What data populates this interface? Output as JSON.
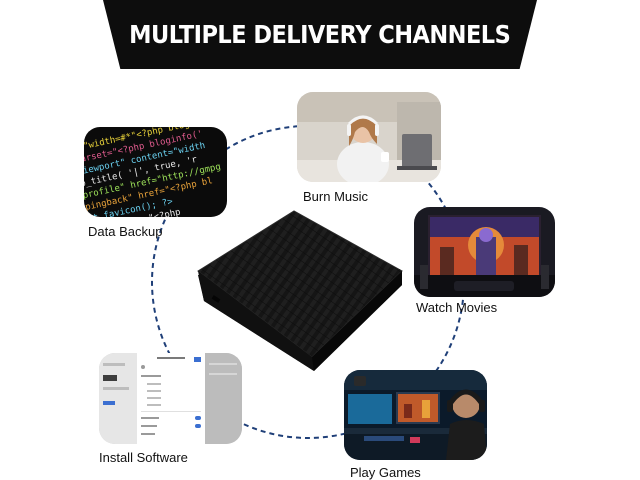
{
  "banner": {
    "title": "MULTIPLE DELIVERY CHANNELS"
  },
  "channels": [
    {
      "label": "Data Backup",
      "icon": "code-screen-photo"
    },
    {
      "label": "Burn Music",
      "icon": "headphones-laptop-photo"
    },
    {
      "label": "Watch Movies",
      "icon": "home-theater-photo"
    },
    {
      "label": "Install Software",
      "icon": "software-installer-screenshot"
    },
    {
      "label": "Play Games",
      "icon": "gaming-setup-photo"
    }
  ],
  "colors": {
    "banner_bg": "#0d0d0d",
    "ring_dash": "#1f3f78",
    "device": "#141414"
  }
}
